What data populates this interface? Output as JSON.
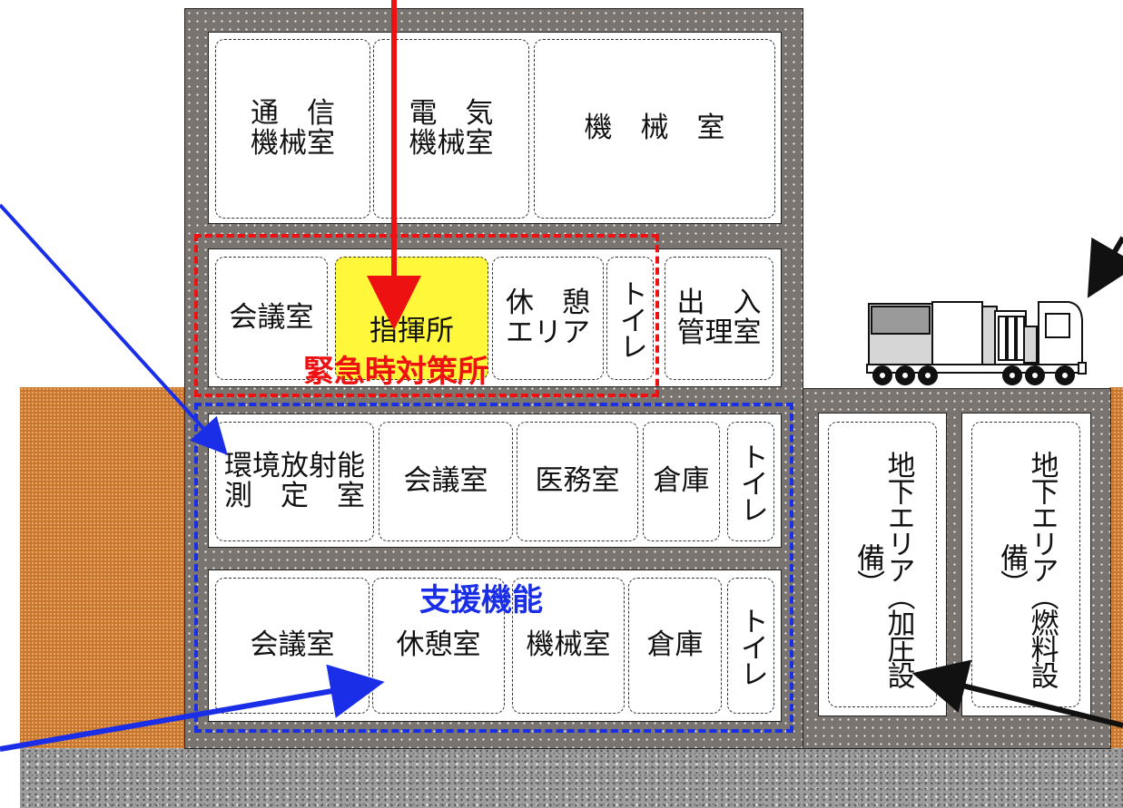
{
  "upper_floor": {
    "rooms": [
      {
        "key": "comm",
        "line1": "通　信",
        "line2": "機械室"
      },
      {
        "key": "elec",
        "line1": "電　気",
        "line2": "機械室"
      },
      {
        "key": "mech",
        "label": "機　械　室"
      }
    ]
  },
  "emergency_floor": {
    "label": "緊急時対策所",
    "rooms": {
      "meeting": "会議室",
      "command": "指揮所",
      "rest_line1": "休　憩",
      "rest_line2": "エリア",
      "toilet": "トイレ",
      "access_line1": "出　入",
      "access_line2": "管理室"
    }
  },
  "support_floor1": {
    "rooms": {
      "radiation_line1": "環境放射能",
      "radiation_line2": "測　定　室",
      "meeting": "会議室",
      "medical": "医務室",
      "storage": "倉庫",
      "toilet": "トイレ"
    }
  },
  "support_floor2": {
    "label": "支援機能",
    "rooms": {
      "meeting": "会議室",
      "rest": "休憩室",
      "mech": "機械室",
      "storage": "倉庫",
      "toilet": "トイレ"
    }
  },
  "underground": {
    "pressurization": "地下エリア（加圧設備）",
    "fuel": "地下エリア（燃料設備）"
  },
  "colors": {
    "emergency": "#ee1111",
    "support": "#1a2ee8",
    "command_highlight": "#fff73a",
    "arrow_black": "#111111"
  }
}
